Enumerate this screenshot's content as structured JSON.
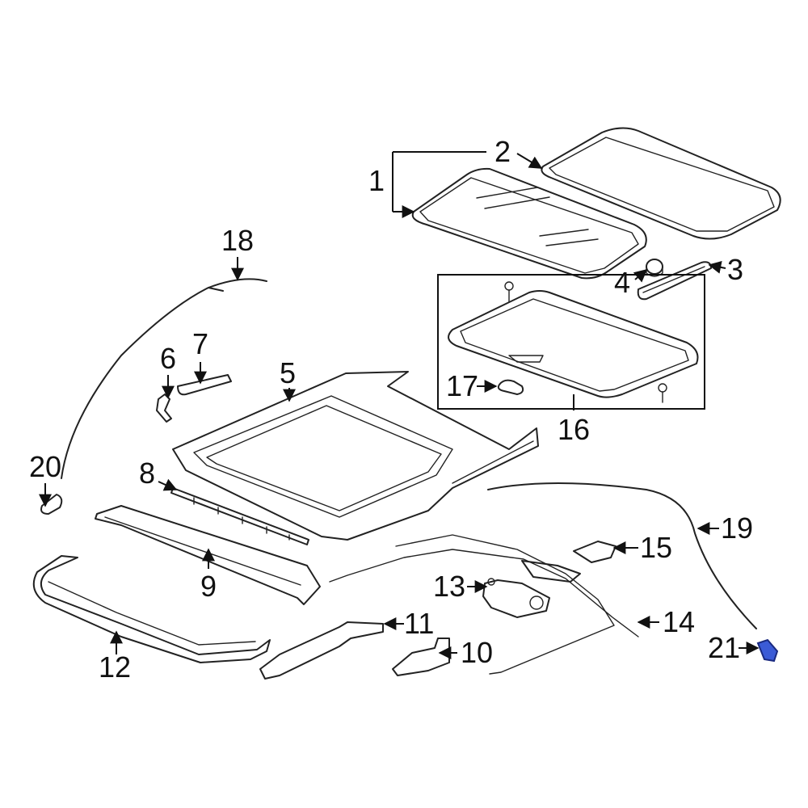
{
  "callouts": {
    "c1": "1",
    "c2": "2",
    "c3": "3",
    "c4": "4",
    "c5": "5",
    "c6": "6",
    "c7": "7",
    "c8": "8",
    "c9": "9",
    "c10": "10",
    "c11": "11",
    "c12": "12",
    "c13": "13",
    "c14": "14",
    "c15": "15",
    "c16": "16",
    "c17": "17",
    "c18": "18",
    "c19": "19",
    "c20": "20",
    "c21": "21"
  },
  "colors": {
    "line": "#222222",
    "highlight": "#3b5bd6",
    "background": "#ffffff"
  },
  "highlighted_part": "21"
}
